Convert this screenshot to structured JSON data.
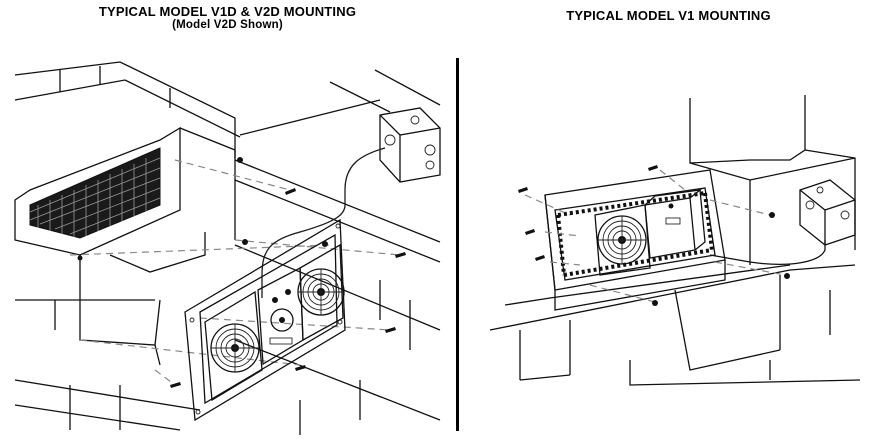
{
  "left": {
    "title": "TYPICAL MODEL V1D & V2D MOUNTING",
    "subtitle": "(Model V2D Shown)"
  },
  "right": {
    "title": "TYPICAL MODEL V1 MOUNTING"
  },
  "colors": {
    "line": "#111111",
    "guide": "#888888",
    "background": "#ffffff"
  }
}
